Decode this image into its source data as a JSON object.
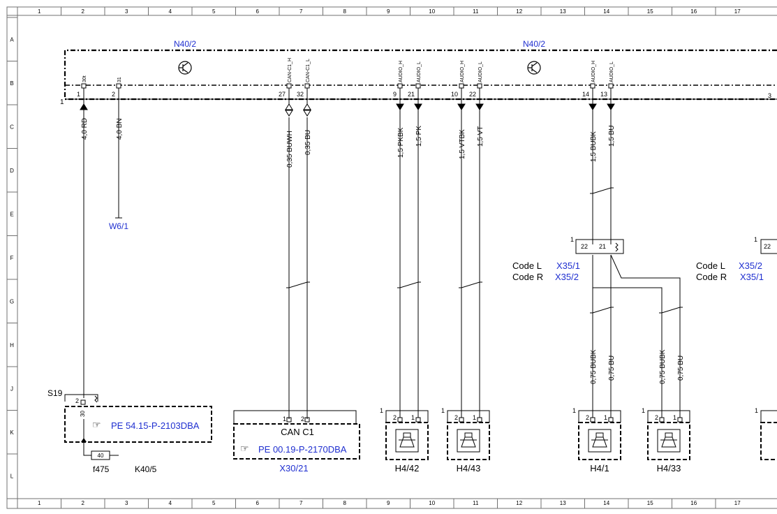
{
  "frame": {
    "columns": [
      "1",
      "2",
      "3",
      "4",
      "5",
      "6",
      "7",
      "8",
      "9",
      "10",
      "11",
      "12",
      "13",
      "14",
      "15",
      "16",
      "17"
    ],
    "rows": [
      "A",
      "B",
      "C",
      "D",
      "E",
      "F",
      "G",
      "H",
      "J",
      "K",
      "L"
    ]
  },
  "modules": [
    {
      "id": "N40/2"
    },
    {
      "id": "N40/2"
    }
  ],
  "module_pins": {
    "left_marker": "1",
    "right_marker": "3",
    "pins": [
      {
        "num": "1",
        "sig": "30t"
      },
      {
        "num": "2",
        "sig": "31"
      },
      {
        "num": "27",
        "sig": "CAN-C1_H"
      },
      {
        "num": "32",
        "sig": "CAN-C1_L"
      },
      {
        "num": "9",
        "sig": "AUDIO_H"
      },
      {
        "num": "21",
        "sig": "AUDIO_L"
      },
      {
        "num": "10",
        "sig": "AUDIO_H"
      },
      {
        "num": "22",
        "sig": "AUDIO_L"
      },
      {
        "num": "14",
        "sig": "AUDIO_H"
      },
      {
        "num": "13",
        "sig": "AUDIO_L"
      }
    ]
  },
  "wires": [
    {
      "label": "4,0 RD"
    },
    {
      "label": "4,0 BN"
    },
    {
      "label": "0,35 BUWH"
    },
    {
      "label": "0,35 BU"
    },
    {
      "label": "1,5 PKBK"
    },
    {
      "label": "1,5 PK"
    },
    {
      "label": "1,5 VTBK"
    },
    {
      "label": "1,5 VT"
    },
    {
      "label": "1,5 BUBK"
    },
    {
      "label": "1,5 BU"
    },
    {
      "label": "0,75 BUBK"
    },
    {
      "label": "0,75 BU"
    },
    {
      "label": "0,75 BUBK"
    },
    {
      "label": "0,75 BU"
    }
  ],
  "ground": {
    "id": "W6/1"
  },
  "connector_x35": {
    "marker": "1",
    "pin_a": "22",
    "pin_b": "21",
    "marker2": "1",
    "pin2": "22"
  },
  "codes": [
    {
      "code": "Code L",
      "ref": "X35/1"
    },
    {
      "code": "Code R",
      "ref": "X35/2"
    },
    {
      "code": "Code L",
      "ref": "X35/2"
    },
    {
      "code": "Code R",
      "ref": "X35/1"
    }
  ],
  "relay": {
    "splice": "S19",
    "pin": "2",
    "pin_sig": "30",
    "doc": "PE 54.15-P-2103DBA",
    "fuse_value": "40",
    "fuse_id": "f475",
    "id": "K40/5"
  },
  "can_box": {
    "pin1": "1",
    "pin2": "2",
    "title": "CAN C1",
    "doc": "PE 00.19-P-2170DBA",
    "id": "X30/21"
  },
  "speakers": [
    {
      "id": "H4/42",
      "marker": "1",
      "p1": "2",
      "p2": "1"
    },
    {
      "id": "H4/43",
      "marker": "1",
      "p1": "2",
      "p2": "1"
    },
    {
      "id": "H4/1",
      "marker": "1",
      "p1": "2",
      "p2": "1"
    },
    {
      "id": "H4/33",
      "marker": "1",
      "p1": "2",
      "p2": "1"
    },
    {
      "marker": "1"
    }
  ],
  "colors": {
    "line": "#000000",
    "reference_blue": "#1f2fd0",
    "frame_gray": "#707070"
  }
}
